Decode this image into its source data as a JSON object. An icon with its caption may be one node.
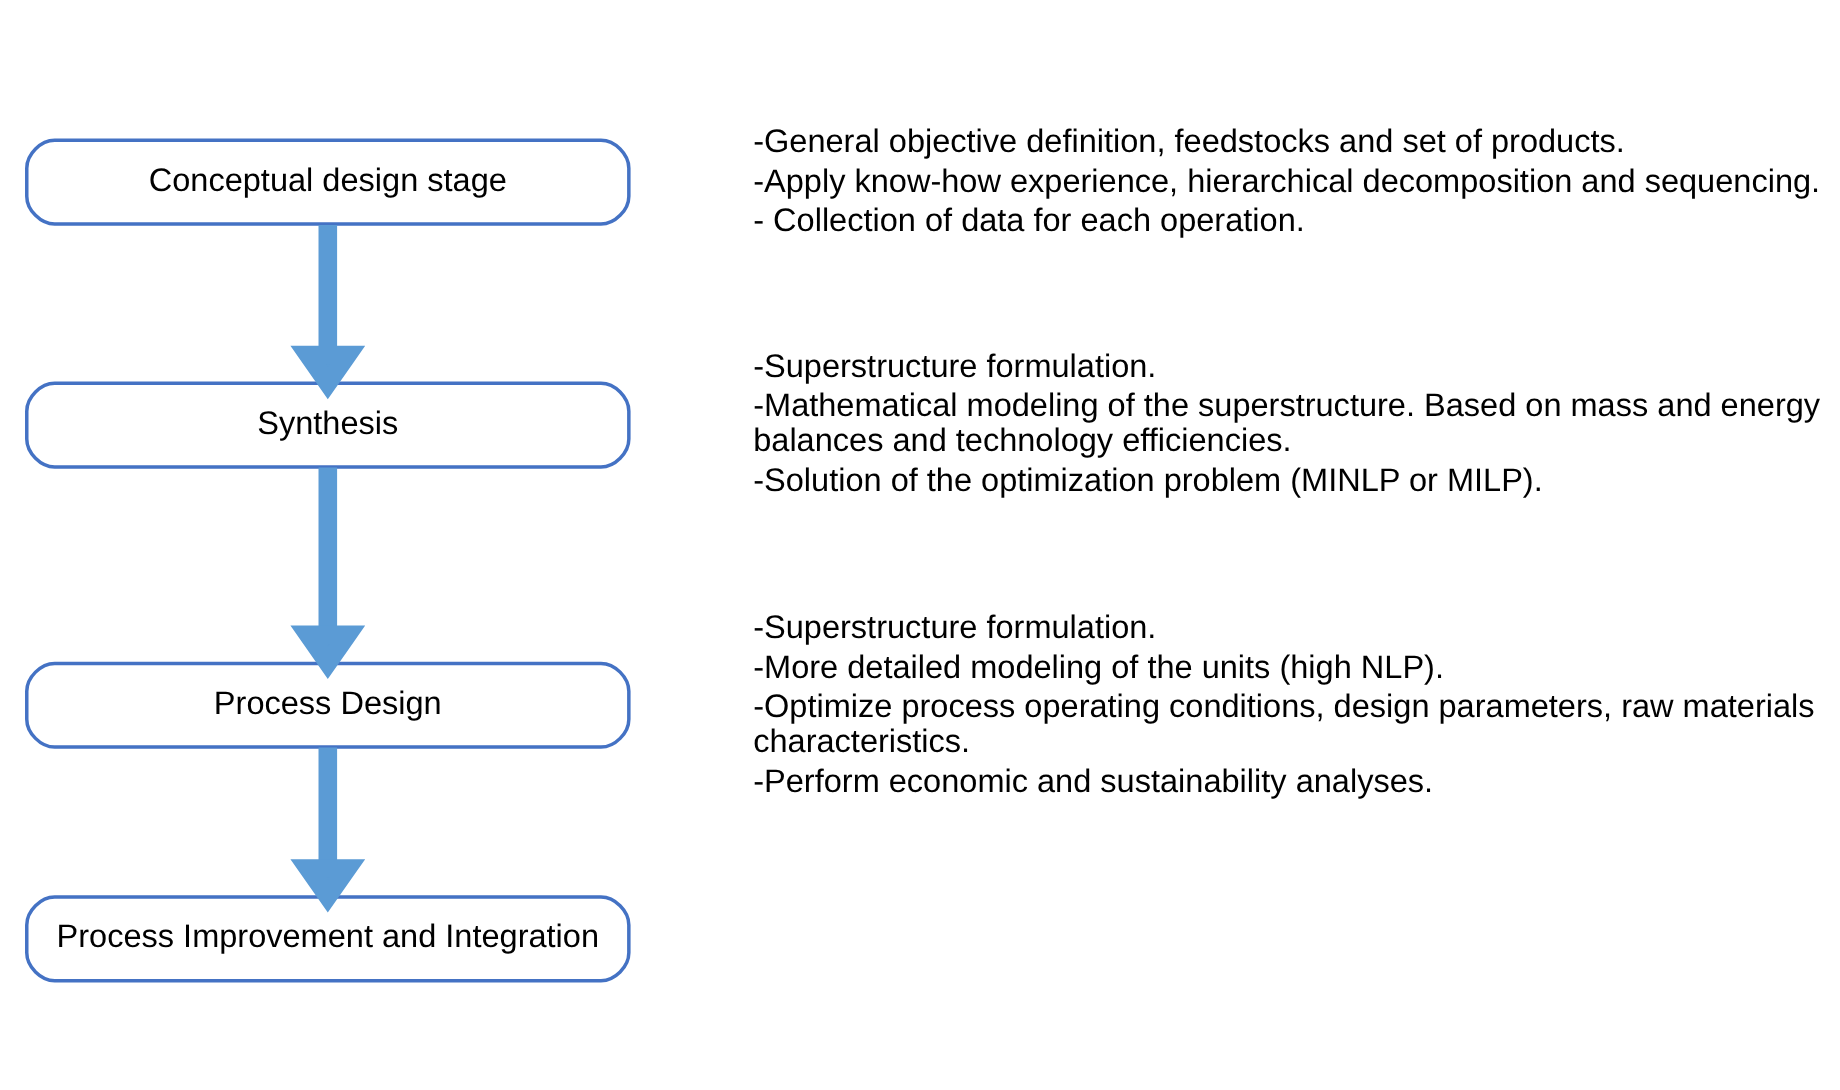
{
  "diagram": {
    "nodes": [
      {
        "text": [
          "Conceptual design stage"
        ],
        "beside": [
          "-General objective definition, feedstocks and set of products.",
          "-Apply know-how experience, hierarchical decomposition and sequencing.",
          "- Collection of data for each operation."
        ]
      },
      {
        "text": [
          "Synthesis"
        ],
        "beside": [
          "-Superstructure formulation.",
          "-Mathematical modeling of the superstructure. Based on mass and energy balances and technology efficiencies.",
          "-Solution of the optimization problem (MINLP or MILP)."
        ]
      },
      {
        "text": [
          "Process Design"
        ],
        "beside": [
          "-Superstructure formulation.",
          "-More detailed modeling of the units (high NLP).",
          "-Optimize process operating conditions, design parameters, raw materials characteristics.",
          "-Perform economic and sustainability analyses."
        ]
      },
      {
        "text": [
          "Process Improvement and Integration"
        ]
      }
    ],
    "edges": [
      {
        "from": 0,
        "to": 1,
        "arrow": "to"
      },
      {
        "from": 1,
        "to": 2,
        "arrow": "to"
      },
      {
        "from": 2,
        "to": 3,
        "arrow": "to"
      }
    ]
  }
}
